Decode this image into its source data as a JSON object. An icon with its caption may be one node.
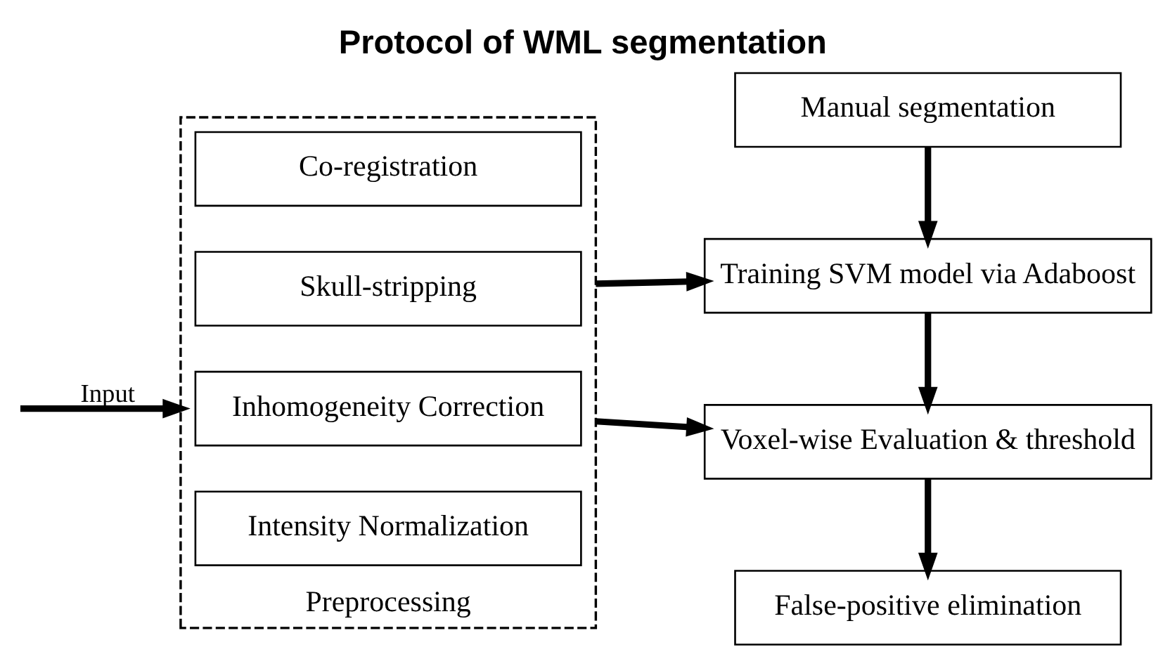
{
  "diagram": {
    "title": "Protocol of WML segmentation",
    "nodes": [
      {
        "text": [
          "Preprocessing"
        ]
      },
      {
        "text": [
          "Co-registration"
        ],
        "in": 0
      },
      {
        "text": [
          "Skull-stripping"
        ],
        "in": 0
      },
      {
        "text": [
          "Inhomogeneity Correction"
        ],
        "in": 0
      },
      {
        "text": [
          "Intensity Normalization"
        ],
        "in": 0
      },
      {
        "text": [
          "Manual segmentation"
        ]
      },
      {
        "text": [
          "Training SVM model via Adaboost"
        ]
      },
      {
        "text": [
          "Voxel-wise Evaluation & threshold"
        ]
      },
      {
        "text": [
          "False-positive elimination"
        ]
      }
    ],
    "edges": [
      {
        "from": null,
        "to": 0,
        "arrow": "to",
        "label": "Input"
      },
      {
        "from": 0,
        "to": 6,
        "arrow": "to"
      },
      {
        "from": 0,
        "to": 7,
        "arrow": "to"
      },
      {
        "from": 5,
        "to": 6,
        "arrow": "to"
      },
      {
        "from": 6,
        "to": 7,
        "arrow": "to"
      },
      {
        "from": 7,
        "to": 8,
        "arrow": "to"
      }
    ]
  }
}
